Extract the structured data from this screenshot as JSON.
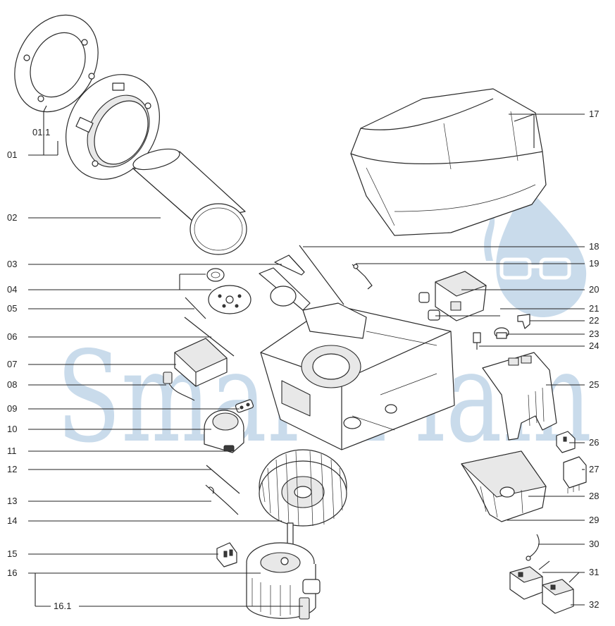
{
  "watermark": {
    "text": "SmartFlam",
    "color": "#9dbfdc"
  },
  "labels_left": [
    {
      "id": "01.1",
      "text": "01.1"
    },
    {
      "id": "01",
      "text": "01"
    },
    {
      "id": "02",
      "text": "02"
    },
    {
      "id": "03",
      "text": "03"
    },
    {
      "id": "04",
      "text": "04"
    },
    {
      "id": "05",
      "text": "05"
    },
    {
      "id": "06",
      "text": "06"
    },
    {
      "id": "07",
      "text": "07"
    },
    {
      "id": "08",
      "text": "08"
    },
    {
      "id": "09",
      "text": "09"
    },
    {
      "id": "10",
      "text": "10"
    },
    {
      "id": "11",
      "text": "11"
    },
    {
      "id": "12",
      "text": "12"
    },
    {
      "id": "13",
      "text": "13"
    },
    {
      "id": "14",
      "text": "14"
    },
    {
      "id": "15",
      "text": "15"
    },
    {
      "id": "16",
      "text": "16"
    },
    {
      "id": "16.1",
      "text": "16.1"
    }
  ],
  "labels_right": [
    {
      "id": "17",
      "text": "17"
    },
    {
      "id": "18",
      "text": "18"
    },
    {
      "id": "19",
      "text": "19"
    },
    {
      "id": "20",
      "text": "20"
    },
    {
      "id": "21",
      "text": "21"
    },
    {
      "id": "22",
      "text": "22"
    },
    {
      "id": "23",
      "text": "23"
    },
    {
      "id": "24",
      "text": "24"
    },
    {
      "id": "25",
      "text": "25"
    },
    {
      "id": "26",
      "text": "26"
    },
    {
      "id": "27",
      "text": "27"
    },
    {
      "id": "28",
      "text": "28"
    },
    {
      "id": "29",
      "text": "29"
    },
    {
      "id": "30",
      "text": "30"
    },
    {
      "id": "31",
      "text": "31"
    },
    {
      "id": "32",
      "text": "32"
    }
  ]
}
